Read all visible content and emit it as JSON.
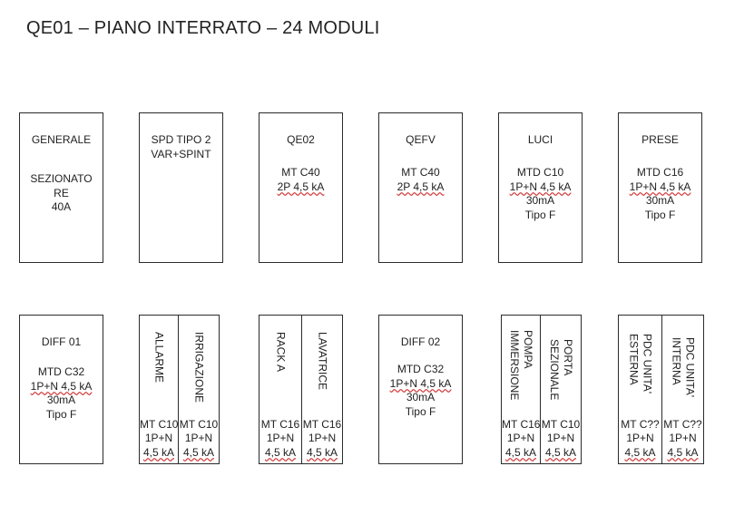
{
  "title": "QE01 – PIANO INTERRATO – 24 MODULI",
  "row1": [
    {
      "name": "GENERALE",
      "spec": [
        "SEZIONATO",
        "RE",
        "40A"
      ]
    },
    {
      "name": [
        "SPD TIPO 2",
        "VAR+SPINT"
      ],
      "spec": []
    },
    {
      "name": "QE02",
      "spec": [
        "MT C40",
        "2P 4,5 kA"
      ]
    },
    {
      "name": "QEFV",
      "spec": [
        "MT C40",
        "2P 4,5 kA"
      ]
    },
    {
      "name": "LUCI",
      "spec": [
        "MTD C10",
        "1P+N 4,5 kA",
        "30mA",
        "Tipo F"
      ]
    },
    {
      "name": "PRESE",
      "spec": [
        "MTD C16",
        "1P+N 4,5 kA",
        "30mA",
        "Tipo F"
      ]
    }
  ],
  "row2": {
    "diff01": {
      "name": "DIFF 01",
      "spec": [
        "MTD C32",
        "1P+N 4,5 kA",
        "30mA",
        "Tipo F"
      ]
    },
    "diff02": {
      "name": "DIFF 02",
      "spec": [
        "MTD C32",
        "1P+N 4,5 kA",
        "30mA",
        "Tipo F"
      ]
    },
    "pairs": [
      [
        {
          "name": "ALLARME",
          "spec": [
            "MT C10",
            "1P+N",
            "4,5 kA"
          ]
        },
        {
          "name": "IRRIGAZIONE",
          "spec": [
            "MT C10",
            "1P+N",
            "4,5 kA"
          ]
        }
      ],
      [
        {
          "name": "RACK A",
          "spec": [
            "MT C16",
            "1P+N",
            "4,5 kA"
          ]
        },
        {
          "name": "LAVATRICE",
          "spec": [
            "MT C16",
            "1P+N",
            "4,5 kA"
          ]
        }
      ],
      [
        {
          "name": "POMPA\nIMMERSIONE",
          "spec": [
            "MT C16",
            "1P+N",
            "4,5 kA"
          ]
        },
        {
          "name": "PORTA\nSEZIONALE",
          "spec": [
            "MT C10",
            "1P+N",
            "4,5 kA"
          ]
        }
      ],
      [
        {
          "name": "PDC UNITA'\nESTERNA",
          "spec": [
            "MT C??",
            "1P+N",
            "4,5 kA"
          ]
        },
        {
          "name": "PDC UNITA'\nINTERNA",
          "spec": [
            "MT C??",
            "1P+N",
            "4,5 kA"
          ]
        }
      ]
    ]
  }
}
